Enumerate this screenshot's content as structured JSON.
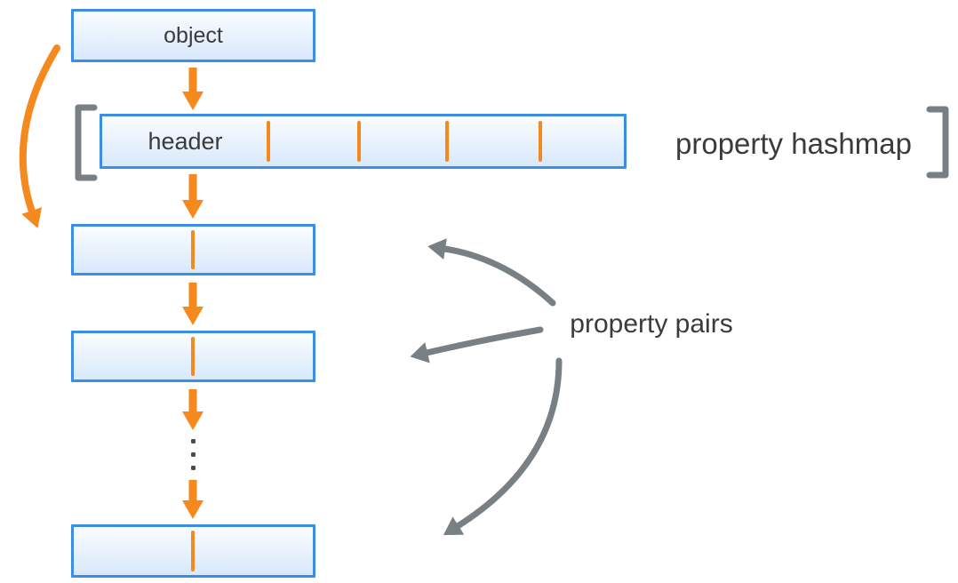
{
  "diagram": {
    "title_context": "object property hashmap structure",
    "object_box": {
      "label": "object"
    },
    "hashmap_row": {
      "header_label": "header",
      "slot_count": 4,
      "left_bracket": "[",
      "right_bracket": "]",
      "caption": "property hashmap"
    },
    "property_pairs": {
      "caption": "property pairs",
      "box_count": 3,
      "continuation_glyph": "⋮"
    },
    "icons": {
      "flow_arrows": "orange-down-arrow",
      "shortcut_arrow": "orange-curved-arrow",
      "annotation_arrows": "gray-curved-arrow",
      "brackets": "gray-square-brackets",
      "continuation": "vertical-ellipsis"
    },
    "colors": {
      "accent_orange": "#f6891e",
      "box_border_blue": "#3b8de6",
      "box_fill_top": "#fbfdff",
      "box_fill_bottom": "#d8e9fb",
      "annotation_gray": "#788084",
      "text_dark": "#3b3b3b"
    }
  }
}
